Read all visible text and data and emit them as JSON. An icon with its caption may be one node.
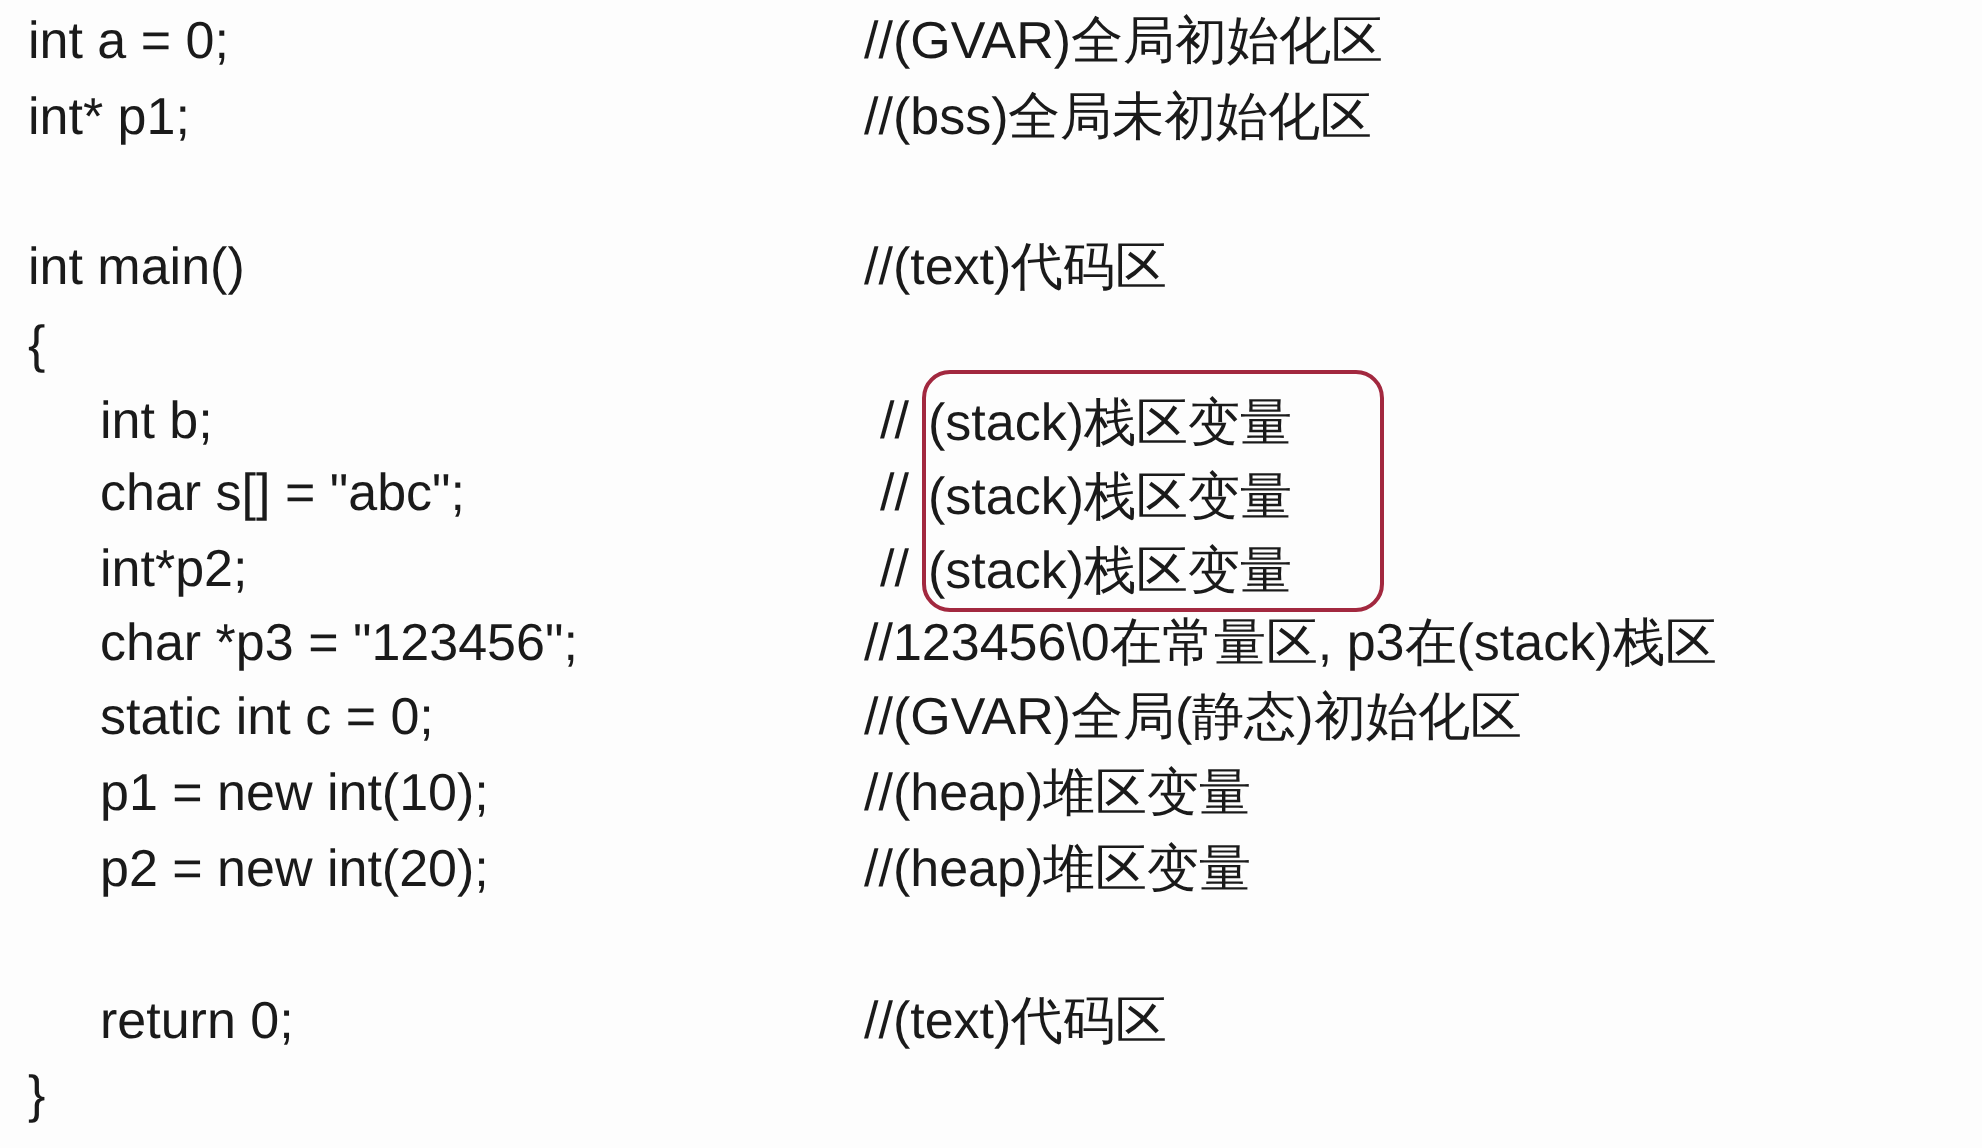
{
  "diagram": {
    "nodes": [
      {
        "text": [
          "(stack)栈区变量",
          "(stack)栈区变量",
          "(stack)栈区变量"
        ]
      }
    ],
    "labels": [
      "int a = 0;",
      "//(GVAR)全局初始化区",
      "int* p1;",
      "//(bss)全局未初始化区",
      "int main()",
      "//(text)代码区",
      "{",
      "int b;",
      "//",
      "char s[] = \"abc\";",
      "//",
      "int*p2;",
      "//",
      "char *p3 = \"123456\";",
      "//123456\\0在常量区, p3在(stack)栈区",
      "static int c = 0;",
      "//(GVAR)全局(静态)初始化区",
      "p1 = new int(10);",
      "//(heap)堆区变量",
      "p2 = new int(20);",
      "//(heap)堆区变量",
      "return 0;",
      "//(text)代码区",
      "}"
    ]
  }
}
